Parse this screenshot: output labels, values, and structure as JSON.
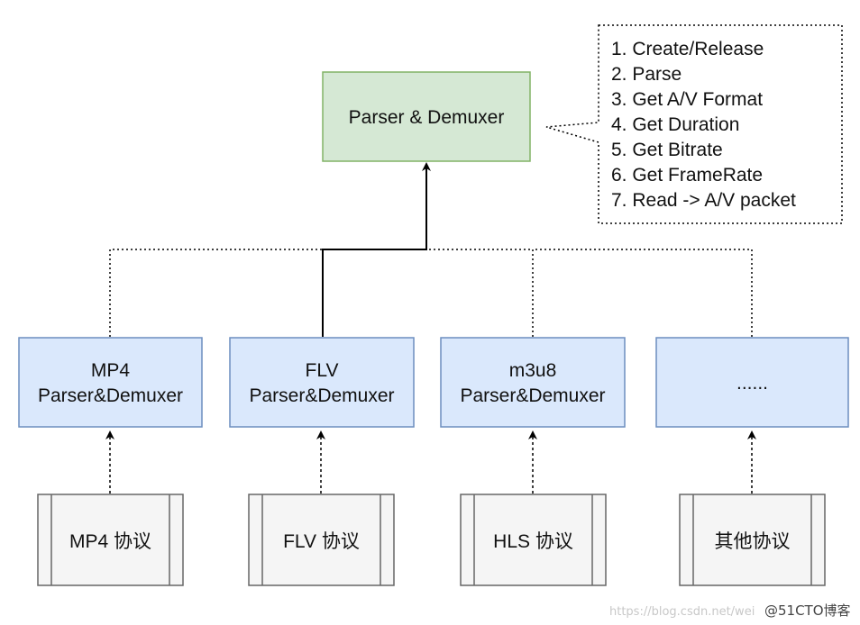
{
  "top_box": {
    "label": "Parser & Demuxer"
  },
  "note": {
    "lines": [
      "1. Create/Release",
      "2. Parse",
      "3. Get A/V Format",
      "4. Get Duration",
      "5. Get Bitrate",
      "6. Get FrameRate",
      "7. Read -> A/V packet"
    ]
  },
  "parsers": [
    {
      "line1": "MP4",
      "line2": "Parser&Demuxer"
    },
    {
      "line1": "FLV",
      "line2": "Parser&Demuxer"
    },
    {
      "line1": "m3u8",
      "line2": "Parser&Demuxer"
    },
    {
      "line1": "......",
      "line2": ""
    }
  ],
  "protocols": [
    {
      "label": "MP4 协议"
    },
    {
      "label": "FLV 协议"
    },
    {
      "label": "HLS 协议"
    },
    {
      "label": "其他协议"
    }
  ],
  "watermark": {
    "url": "https://blog.csdn.net/wei",
    "brand": "@51CTO博客"
  },
  "colors": {
    "top_fill": "#d5e8d4",
    "top_stroke": "#82b366",
    "parser_fill": "#dae8fc",
    "parser_stroke": "#6c8ebf",
    "protocol_fill": "#f5f5f5",
    "protocol_stroke": "#666666"
  }
}
